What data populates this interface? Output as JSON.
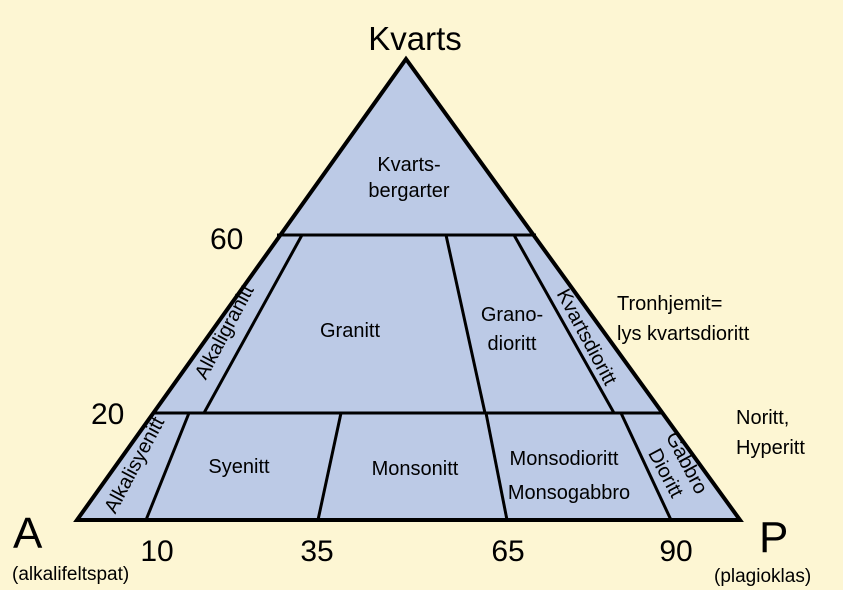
{
  "colors": {
    "background": "#fdf6d3",
    "fill": "#bccae6",
    "line": "#000000"
  },
  "corners": {
    "top": "Kvarts",
    "left": "A",
    "left_sub": "(alkalifeltspat)",
    "right": "P",
    "right_sub": "(plagioklas)"
  },
  "side_ticks": {
    "t60": "60",
    "t20": "20"
  },
  "bottom_ticks": {
    "t10": "10",
    "t35": "35",
    "t65": "65",
    "t90": "90"
  },
  "fields": {
    "kvartsbergarter_1": "Kvarts-",
    "kvartsbergarter_2": "bergarter",
    "alkaligranitt": "Alkaligranitt",
    "granitt": "Granitt",
    "granodioritt_1": "Grano-",
    "granodioritt_2": "dioritt",
    "kvartsdioritt": "Kvartsdioritt",
    "alkalisyenitt": "Alkalisyenitt",
    "syenitt": "Syenitt",
    "monsonitt": "Monsonitt",
    "monsodioritt": "Monsodioritt",
    "monsogabbro": "Monsogabbro",
    "gabbro": "Gabbro",
    "dioritt": "Dioritt"
  },
  "notes": {
    "tronhjemit_1": "Tronhjemit=",
    "tronhjemit_2": "lys kvartsdioritt",
    "noritt_1": "Noritt,",
    "noritt_2": "Hyperitt"
  }
}
